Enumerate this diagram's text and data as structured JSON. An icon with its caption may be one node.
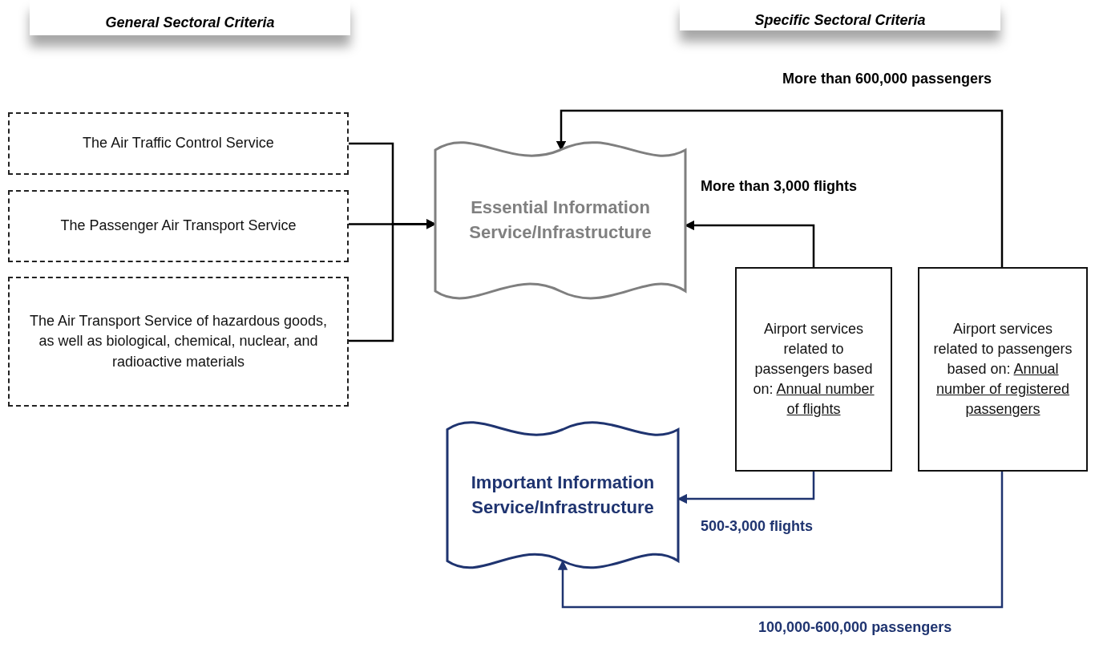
{
  "diagram": {
    "nodes": [
      {
        "text": [
          "The Air Traffic Control Service"
        ]
      },
      {
        "text": [
          "The Passenger Air Transport Service"
        ]
      },
      {
        "text": [
          "The Air Transport Service of hazardous goods, as well as biological, chemical, nuclear, and radioactive materials"
        ]
      },
      {
        "text": [
          "Essential Information Service/Infrastructure"
        ]
      },
      {
        "text": [
          "Important Information Service/Infrastructure"
        ]
      },
      {
        "text": [
          "Airport services related to passengers based on:",
          "Annual number of flights"
        ]
      },
      {
        "text": [
          "Airport services related to passengers based on:",
          "Annual number of registered passengers"
        ]
      }
    ],
    "edges": [
      {
        "from": 0,
        "to": 3,
        "arrow": "to"
      },
      {
        "from": 1,
        "to": 3,
        "arrow": "to"
      },
      {
        "from": 2,
        "to": 3,
        "arrow": "to"
      },
      {
        "from": 5,
        "to": 3,
        "arrow": "to",
        "label": "More than 3,000 flights"
      },
      {
        "from": 6,
        "to": 3,
        "arrow": "to",
        "label": "More than 600,000 passengers"
      },
      {
        "from": 5,
        "to": 4,
        "arrow": "to",
        "label": "500-3,000 flights",
        "color": "#1f3470"
      },
      {
        "from": 6,
        "to": 4,
        "arrow": "to",
        "label": "100,000-600,000 passengers",
        "color": "#1f3470"
      }
    ],
    "labels": [
      "General Sectoral Criteria",
      "Specific Sectoral Criteria"
    ]
  }
}
